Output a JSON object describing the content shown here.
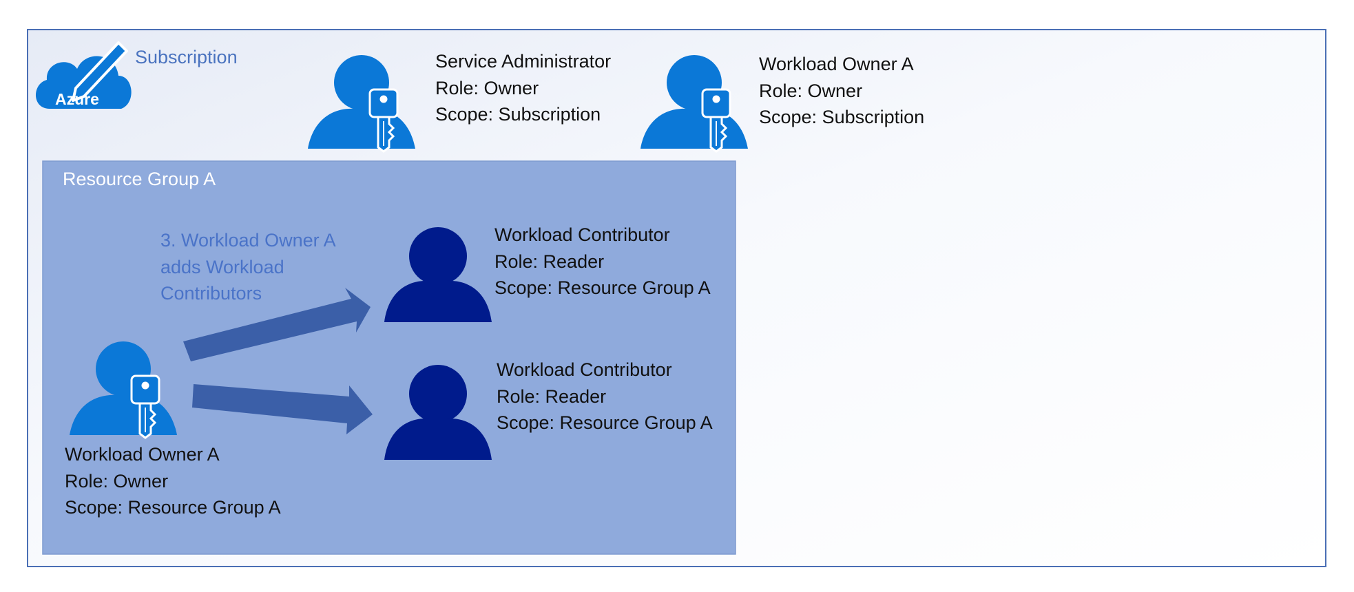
{
  "subscription": {
    "label": "Subscription",
    "logo_text": "Azure"
  },
  "users_subscription": [
    {
      "name": "Service Administrator",
      "role": "Role: Owner",
      "scope": "Scope: Subscription"
    },
    {
      "name": "Workload Owner A",
      "role": "Role: Owner",
      "scope": "Scope: Subscription"
    }
  ],
  "resource_group": {
    "label": "Resource Group A",
    "annotation": [
      "3. Workload Owner A",
      "adds Workload",
      "Contributors"
    ],
    "owner": {
      "name": "Workload Owner A",
      "role": "Role: Owner",
      "scope": "Scope: Resource Group A"
    },
    "contributors": [
      {
        "name": "Workload Contributor",
        "role": "Role: Reader",
        "scope": "Scope: Resource Group A"
      },
      {
        "name": "Workload Contributor",
        "role": "Role: Reader",
        "scope": "Scope: Resource Group A"
      }
    ]
  },
  "colors": {
    "frame_border": "#4a6fb5",
    "resource_group_fill": "#8faadc",
    "owner_icon": "#0b78d7",
    "contributor_icon": "#001b8c",
    "arrow": "#3b5fa8"
  },
  "icons": {
    "subscription": "azure-cloud-pencil-icon",
    "owner": "user-with-key-icon",
    "contributor": "user-icon"
  }
}
